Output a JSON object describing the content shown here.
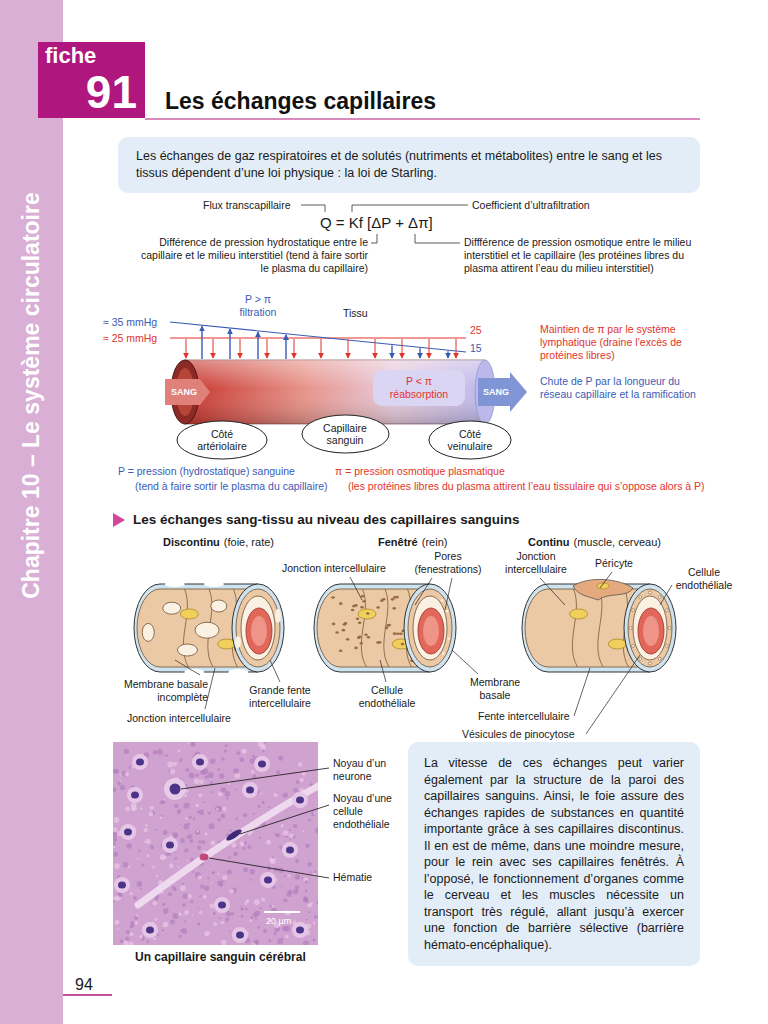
{
  "diagram": {
    "title": "Les échanges capillaires",
    "nodes": [
      {
        "text": [
          "Chapitre 10 – Le système circulatoire"
        ]
      },
      {
        "text": [
          "fiche",
          "91"
        ]
      },
      {
        "text": [
          "Les échanges de gaz respiratoires et de solutés (nutriments et métabolites) entre le sang et les tissus dépendent d’une loi physique : la loi de Starling."
        ]
      },
      {
        "text": [
          "P < π réabsorption"
        ]
      },
      {
        "text": [
          "Capillaire sanguin"
        ]
      },
      {
        "text": [
          "Côté artériolaire"
        ]
      },
      {
        "text": [
          "Côté veinulaire"
        ]
      },
      {
        "text": [
          "La vitesse de ces échanges peut varier également par la structure de la paroi des capillaires sanguins. Ainsi, le foie assure des échanges rapides de substances en quantité importante grâce à ses capillaires discontinus. Il en est de même, dans une moindre mesure, pour le rein avec ses capillaires fenêtrés. À l’opposé, le fonctionnement d’organes comme le cerveau et les muscles nécessite un transport très régulé, allant jusqu’à exercer une fonction de barrière sélective (barrière hémato-encéphalique)."
        ]
      }
    ],
    "labels": [
      "Flux transcapillaire",
      "Coefficient d’ultrafiltration",
      "Q = Kf [ΔP + Δπ]",
      "Différence de pression hydrostatique entre le capillaire et le milieu interstitiel (tend à faire sortir le plasma du capillaire)",
      "Diffférence de pression osmotique entre le milieu interstitiel et le capillaire (les protéines libres du plasma attirent l’eau du milieu interstitiel)",
      "P > π filtration",
      "≈ 35 mmHg",
      "≈ 25 mmHg",
      "Tissu",
      "25",
      "15",
      "Maintien de π par le système lymphatique (draine l’excès de protéines libres)",
      "Chute de P par la longueur du réseau capillaire et la ramification",
      "SANG",
      "SANG",
      "P = pression (hydrostatique) sanguine",
      "(tend à faire sortir le plasma du capillaire)",
      "π = pression osmotique plasmatique",
      "(les protéines libres du plasma attirent l’eau tissulaire qui s’oppose alors à P)",
      "Les échanges sang-tissu au niveau des capillaires sanguins",
      "Discontinu",
      "(foie, rate)",
      "Fenêtré",
      "(rein)",
      "Continu",
      "(muscle, cerveau)",
      "Jonction intercellulaire",
      "Pores (fenestrations)",
      "Jonction intercellulaire",
      "Péricyte",
      "Cellule endothéliale",
      "Membrane basale incomplète",
      "Membrane basale",
      "Grande fente intercellulaire",
      "Cellule endothéliale",
      "Fente intercellulaire",
      "Jonction intercellulaire",
      "Vésicules de pinocytose",
      "Noyau d’un neurone",
      "Noyau d’une cellule endothéliale",
      "Hématie",
      "20 µm",
      "Un capillaire sanguin cérébral",
      "94"
    ]
  }
}
